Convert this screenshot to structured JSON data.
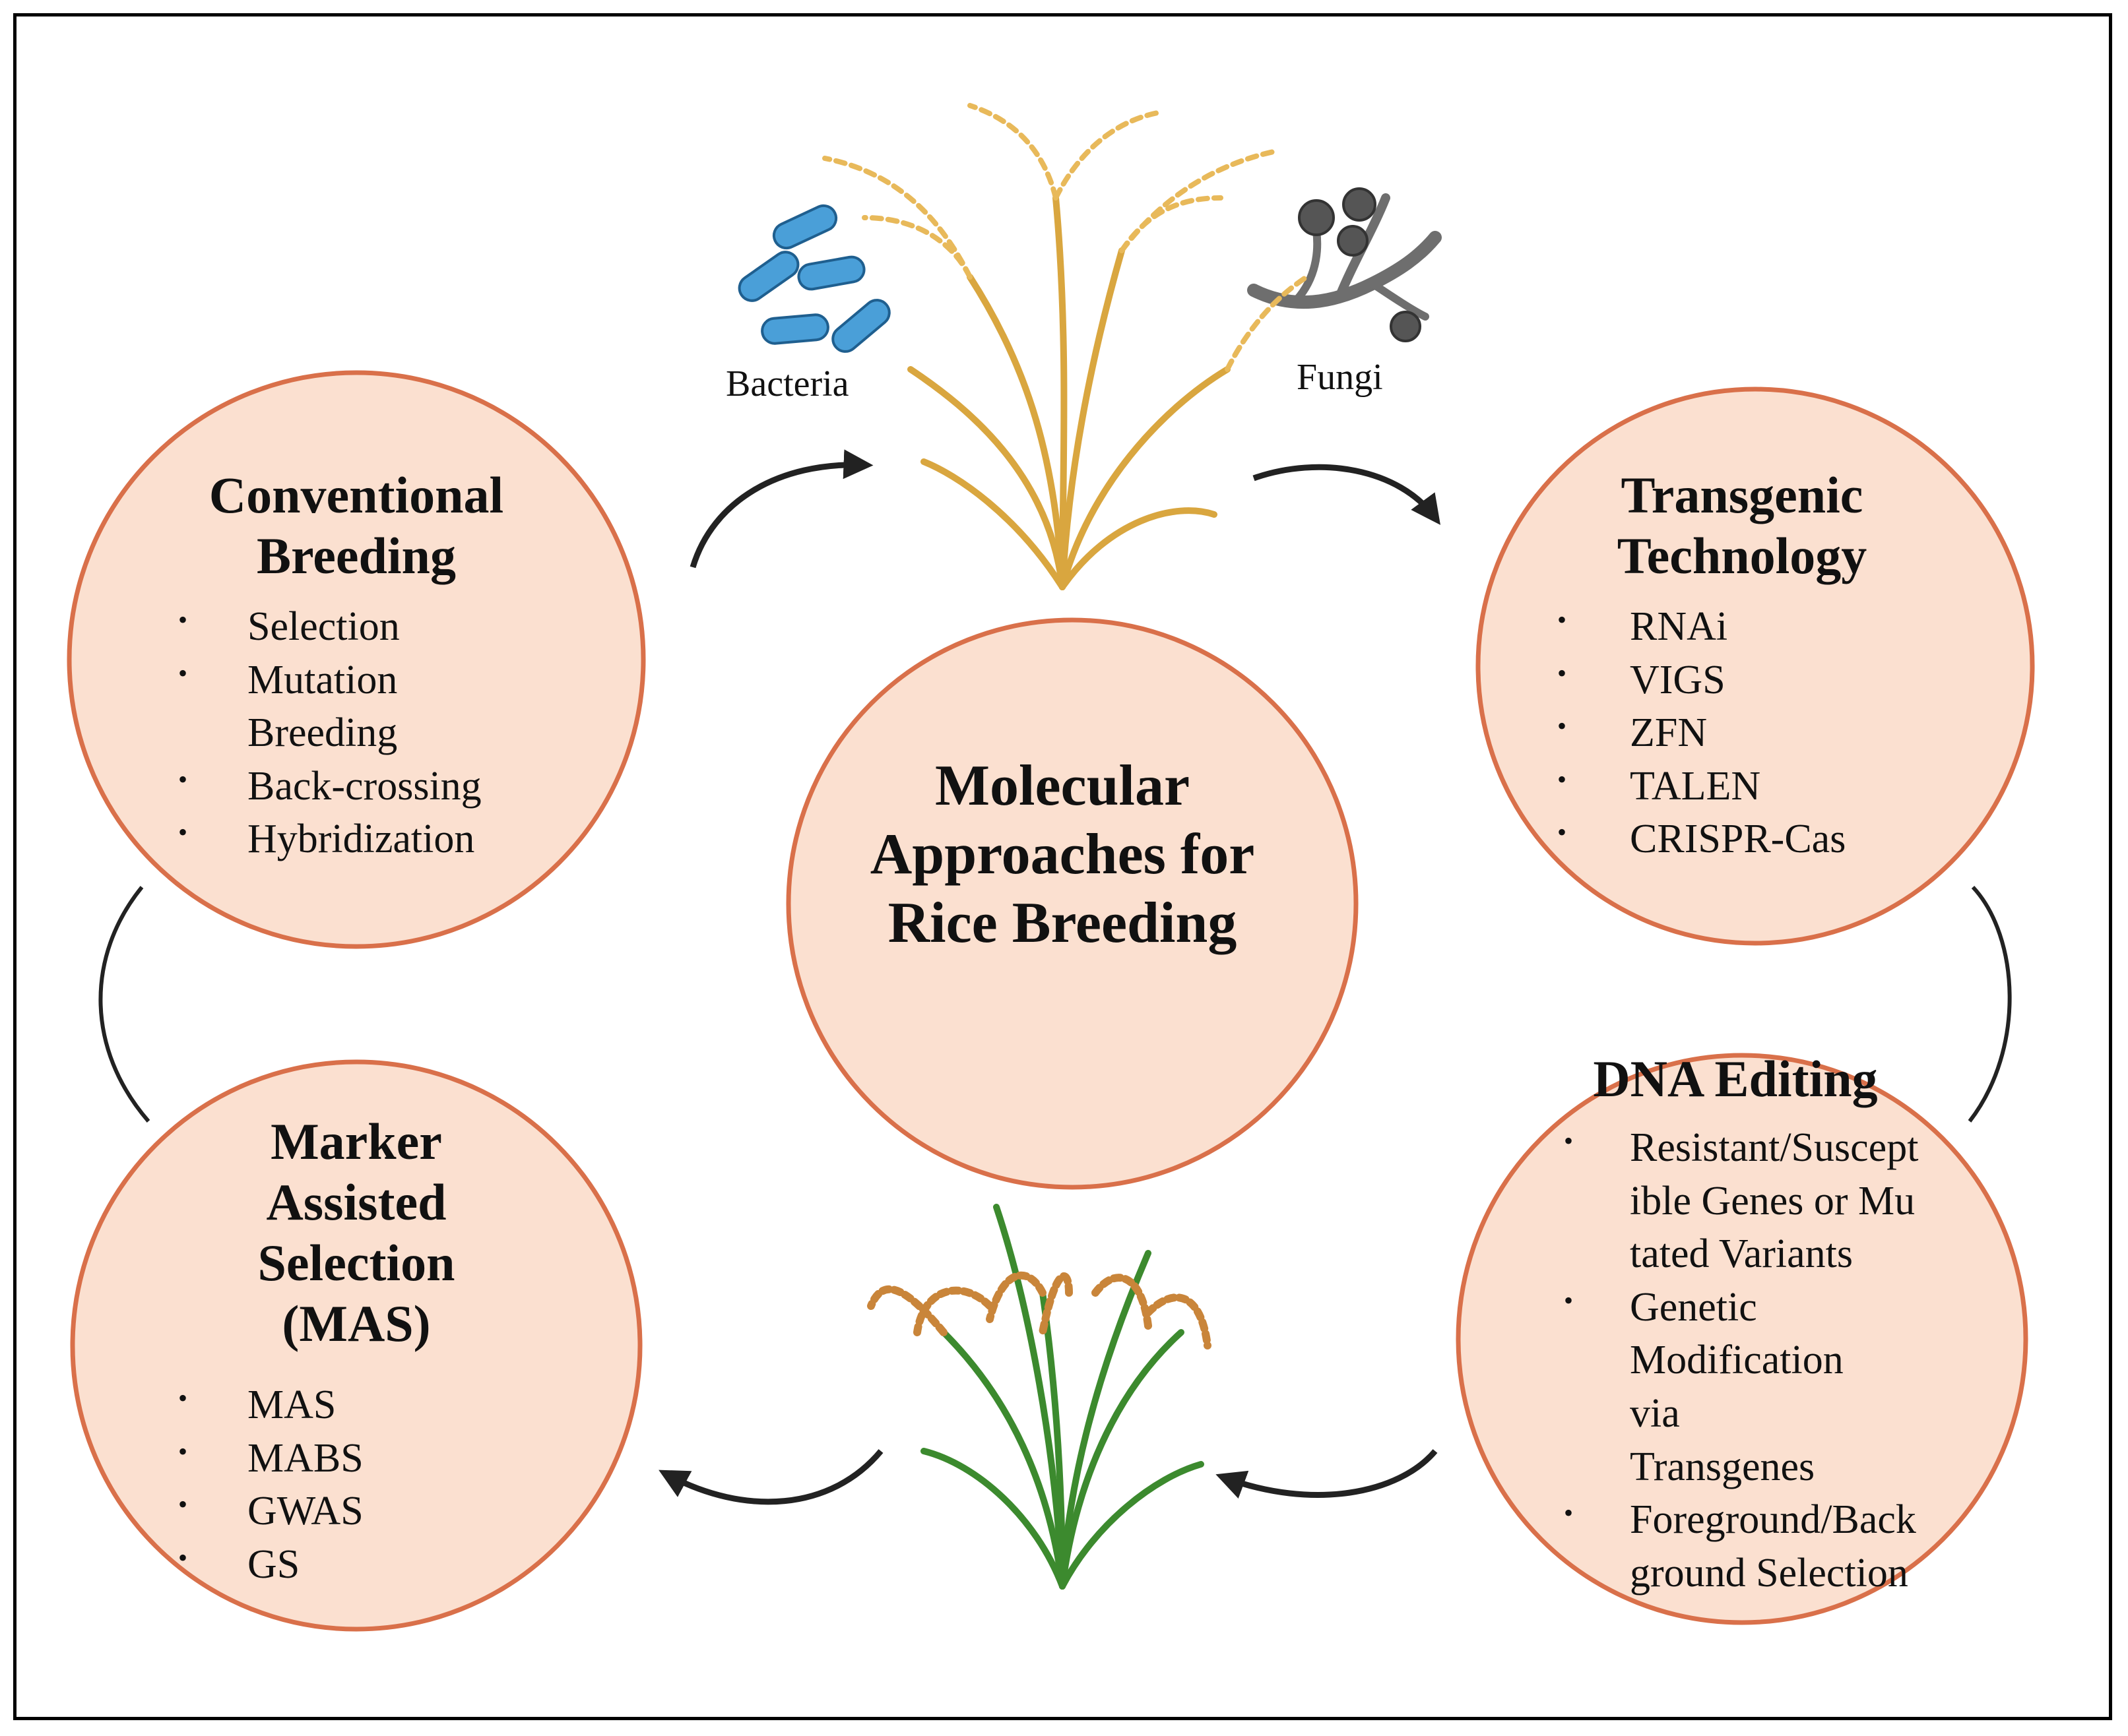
{
  "center": {
    "title": "Molecular Approaches for Rice Breeding"
  },
  "labels": {
    "bacteria": "Bacteria",
    "fungi": "Fungi"
  },
  "conventional": {
    "title": "Conventional Breeding",
    "items": [
      "Selection",
      "Mutation Breeding",
      "Back-crossing",
      "Hybridization"
    ]
  },
  "transgenic": {
    "title": "Transgenic Technology",
    "items": [
      "RNAi",
      "VIGS",
      "ZFN",
      "TALEN",
      "CRISPR-Cas"
    ]
  },
  "mas": {
    "title": "Marker Assisted Selection (MAS)",
    "items": [
      "MAS",
      "MABS",
      "GWAS",
      "GS"
    ]
  },
  "dna": {
    "title": "DNA Editing",
    "items": [
      "Resistant/Susceptible Genes or Mutated Variants",
      "Genetic Modification via Transgenes",
      "Foreground/Background Selection"
    ]
  },
  "colors": {
    "circle_fill": "#fbe0d0",
    "circle_stroke": "#d9704a",
    "bacteria": "#4a9fd8",
    "fungi": "#6e6e6e",
    "rice_dry": "#e2b24d",
    "rice_green": "#3c8a2e",
    "arrow": "#222222"
  }
}
